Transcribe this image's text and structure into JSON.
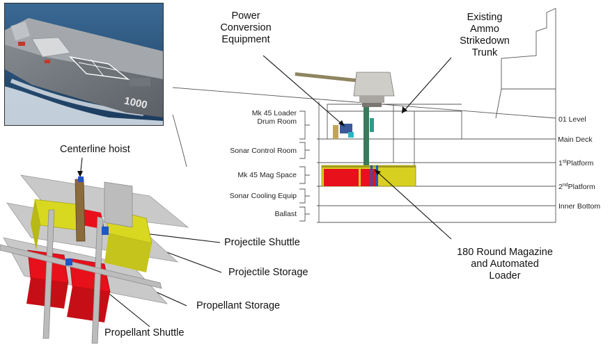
{
  "callouts": {
    "power_conversion": [
      "Power",
      "Conversion",
      "Equipment"
    ],
    "strikedown": [
      "Existing",
      "Ammo",
      "Strikedown",
      "Trunk"
    ],
    "magazine": [
      "180 Round Magazine",
      "and Automated",
      "Loader"
    ],
    "centerline_hoist": "Centerline hoist",
    "projectile_shuttle": "Projectile Shuttle",
    "projectile_storage": "Projectile Storage",
    "propellant_storage": "Propellant Storage",
    "propellant_shuttle": "Propellant Shuttle"
  },
  "rooms": {
    "drum_room": [
      "Mk 45 Loader",
      "Drum Room"
    ],
    "sonar_control": "Sonar Control Room",
    "mag_space": "Mk 45 Mag Space",
    "sonar_cooling": "Sonar Cooling Equip",
    "ballast": "Ballast"
  },
  "levels": {
    "o1": "01 Level",
    "main_deck": "Main Deck",
    "platform1": {
      "num": "1",
      "sup": "st",
      "text": "Platform"
    },
    "platform2": {
      "num": "2",
      "sup": "nd",
      "text": "Platform"
    },
    "inner_bottom": "Inner Bottom"
  },
  "photo": {
    "hull_number": "1000"
  },
  "colors": {
    "propellant_red": "#e8101a",
    "projectile_yellow": "#d8d820",
    "structure_grey": "#c9c9c9",
    "hoist_brown": "#8b6b3a",
    "shuttle_blue": "#1e56c8",
    "sea_blue": "#27507a"
  }
}
